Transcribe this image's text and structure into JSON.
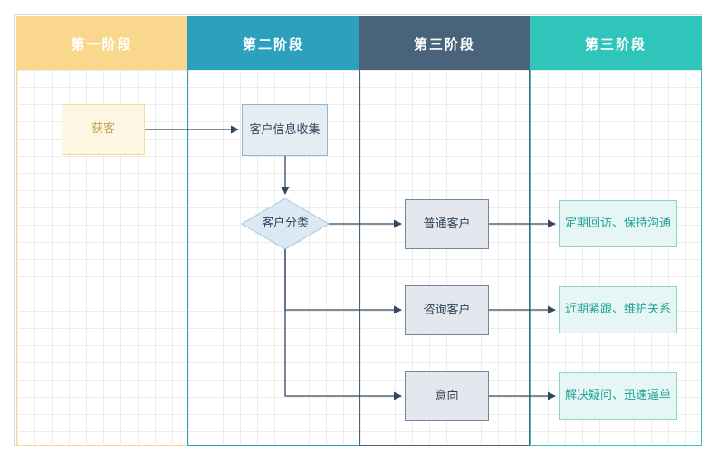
{
  "diagram": {
    "type": "swimlane-flowchart",
    "lanes": [
      {
        "id": "lane-1",
        "title": "第一阶段",
        "color": "#F9D88D"
      },
      {
        "id": "lane-2",
        "title": "第二阶段",
        "color": "#2BA1BE"
      },
      {
        "id": "lane-3",
        "title": "第三阶段",
        "color": "#48637A"
      },
      {
        "id": "lane-4",
        "title": "第三阶段",
        "color": "#2FC5BA"
      }
    ],
    "nodes": {
      "acquire": {
        "label": "获客",
        "shape": "rect",
        "lane": "第一阶段",
        "fill": "#FDF6E3",
        "border": "#F7DB9A",
        "text_color": "#C2A14F"
      },
      "collect": {
        "label": "客户信息收集",
        "shape": "rect",
        "lane": "第二阶段",
        "fill": "#E3EDF3",
        "border": "#8FB9CC",
        "text_color": "#33475F"
      },
      "classify": {
        "label": "客户分类",
        "shape": "diamond",
        "lane": "第二阶段",
        "fill": "#DCE9F3",
        "border": "#A7C7DD",
        "text_color": "#33475F"
      },
      "normal": {
        "label": "普通客户",
        "shape": "rect",
        "lane": "第三阶段",
        "fill": "#E4E8EE",
        "border": "#76849C",
        "text_color": "#2F4358"
      },
      "consult": {
        "label": "咨询客户",
        "shape": "rect",
        "lane": "第三阶段",
        "fill": "#E4E8EE",
        "border": "#76849C",
        "text_color": "#2F4358"
      },
      "intent": {
        "label": "意向",
        "shape": "rect",
        "lane": "第三阶段",
        "fill": "#E4E8EE",
        "border": "#76849C",
        "text_color": "#2F4358"
      },
      "followup_normal": {
        "label": "定期回访、保持沟通",
        "shape": "rect",
        "lane": "第三阶段",
        "fill": "#E6F6F4",
        "border": "#8AD6CD",
        "text_color": "#21A295"
      },
      "followup_consult": {
        "label": "近期紧跟、维护关系",
        "shape": "rect",
        "lane": "第三阶段",
        "fill": "#E6F6F4",
        "border": "#8AD6CD",
        "text_color": "#21A295"
      },
      "followup_intent": {
        "label": "解决疑问、迅速逼单",
        "shape": "rect",
        "lane": "第三阶段",
        "fill": "#E6F6F4",
        "border": "#8AD6CD",
        "text_color": "#21A295"
      }
    },
    "edges": [
      {
        "from": "acquire",
        "to": "collect",
        "arrow": true
      },
      {
        "from": "collect",
        "to": "classify",
        "arrow": true
      },
      {
        "from": "classify",
        "to": "normal",
        "arrow": true
      },
      {
        "from": "classify",
        "to": "consult",
        "arrow": true
      },
      {
        "from": "classify",
        "to": "intent",
        "arrow": true
      },
      {
        "from": "normal",
        "to": "followup_normal",
        "arrow": true
      },
      {
        "from": "consult",
        "to": "followup_consult",
        "arrow": true
      },
      {
        "from": "intent",
        "to": "followup_intent",
        "arrow": true
      }
    ],
    "colors": {
      "edge": "#33475F",
      "grid_line": "#ECECEC",
      "canvas_bg": "#FFFFFF",
      "frame_border": "#D8D8D8",
      "header_text": "#FFFFFF"
    }
  }
}
